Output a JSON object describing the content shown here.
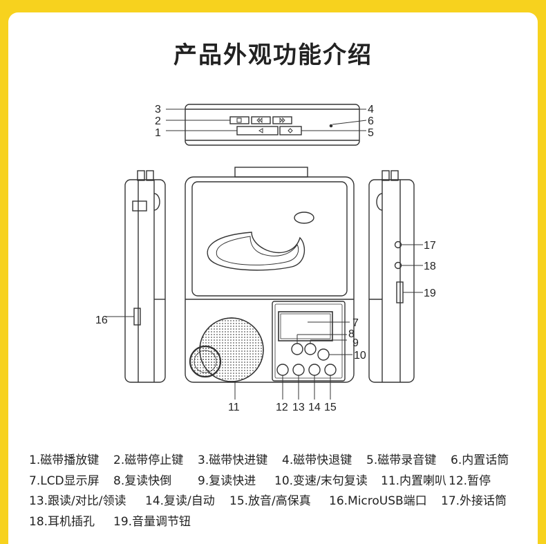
{
  "title": "产品外观功能介绍",
  "callouts": {
    "c1": "1",
    "c2": "2",
    "c3": "3",
    "c4": "4",
    "c5": "5",
    "c6": "6",
    "c7": "7",
    "c8": "8",
    "c9": "9",
    "c10": "10",
    "c11": "11",
    "c12": "12",
    "c13": "13",
    "c14": "14",
    "c15": "15",
    "c16": "16",
    "c17": "17",
    "c18": "18",
    "c19": "19"
  },
  "legend": {
    "rows": [
      [
        "1.磁带播放键",
        "2.磁带停止键",
        "3.磁带快进键",
        "4.磁带快退键",
        "5.磁带录音键",
        "6.内置话筒"
      ],
      [
        "7.LCD显示屏",
        "8.复读快倒",
        "9.复读快进",
        "10.变速/末句复读",
        "11.内置喇叭",
        "12.暂停"
      ],
      [
        "13.跟读/对比/领读",
        "14.复读/自动",
        "15.放音/高保真",
        "16.MicroUSB端口",
        "17.外接话筒"
      ],
      [
        "18.耳机插孔",
        "19.音量调节钮"
      ]
    ]
  }
}
